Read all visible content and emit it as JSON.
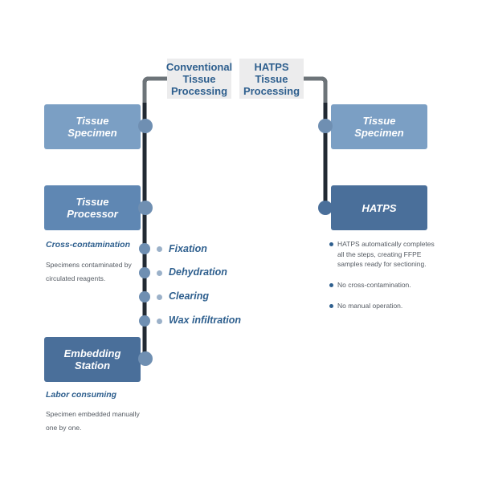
{
  "headers": {
    "conventional": "Conventional\nTissue\nProcessing",
    "hatps": "HATPS\nTissue\nProcessing"
  },
  "conventional": {
    "cards": {
      "specimen": "Tissue\nSpecimen",
      "processor": "Tissue\nProcessor",
      "embedding": "Embedding\nStation"
    },
    "cross_contamination": {
      "title": "Cross-contamination",
      "text": "Specimens contaminated by\ncirculated reagents."
    },
    "steps": [
      "Fixation",
      "Dehydration",
      "Clearing",
      "Wax infiltration"
    ],
    "labor": {
      "title": "Labor consuming",
      "text": "Specimen embedded manually\none by one."
    }
  },
  "hatps": {
    "cards": {
      "specimen": "Tissue\nSpecimen",
      "hatps": "HATPS"
    },
    "bullets": [
      "HATPS automatically completes\nall the steps, creating FFPE\nsamples ready for sectioning.",
      "No cross-contamination.",
      "No manual operation."
    ]
  }
}
